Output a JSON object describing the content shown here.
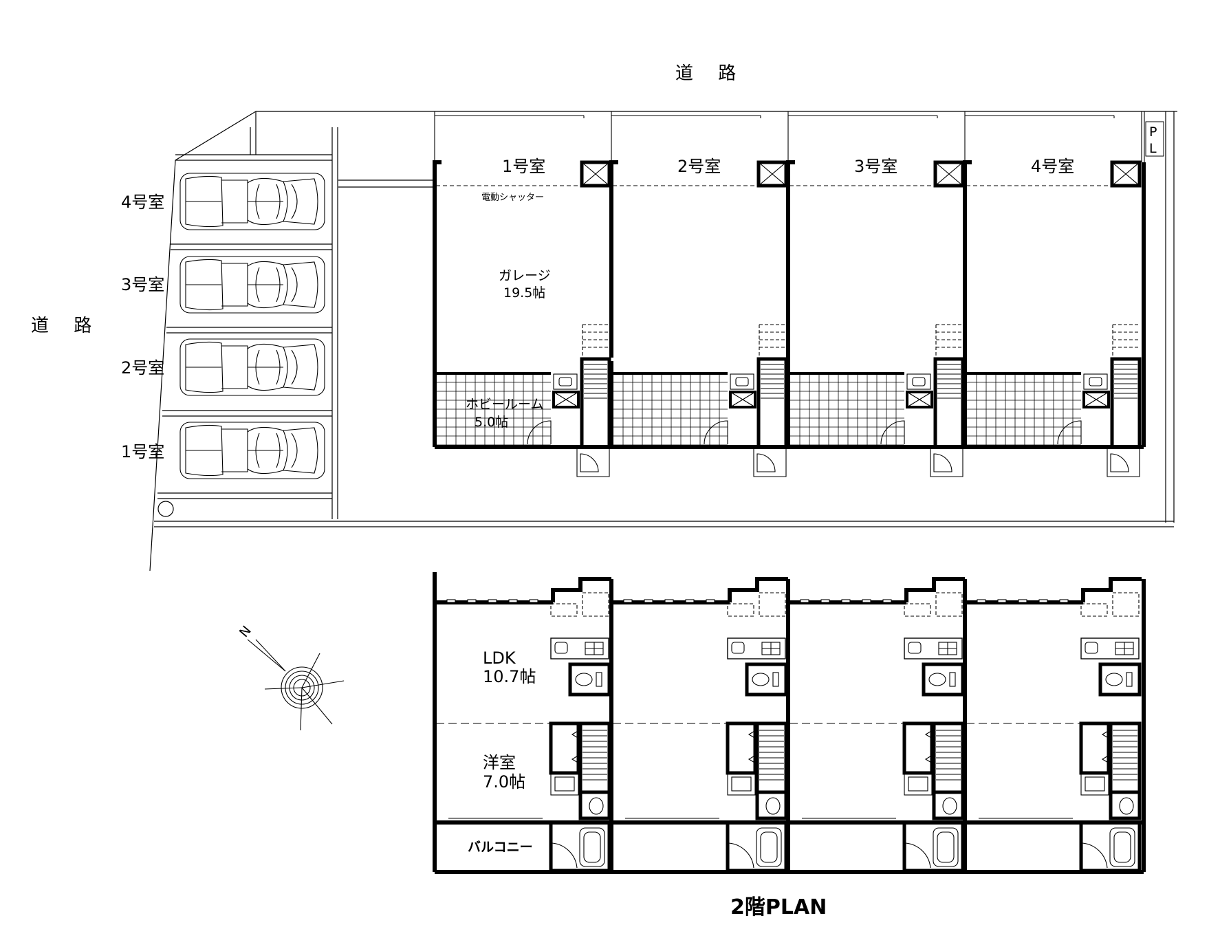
{
  "road_top": "道 路",
  "road_left": "道 路",
  "parking": {
    "labels": [
      "4号室",
      "3号室",
      "2号室",
      "1号室"
    ]
  },
  "ground_floor": {
    "units": [
      "1号室",
      "2号室",
      "3号室",
      "4号室"
    ],
    "shutter_label": "電動シャッター",
    "garage_name": "ガレージ",
    "garage_size": "19.5帖",
    "hobby_name": "ホビールーム",
    "hobby_size": "5.0帖",
    "pole_label": "P",
    "pole_label2": "L"
  },
  "second_floor": {
    "ldk_name": "LDK",
    "ldk_size": "10.7帖",
    "western_name": "洋室",
    "western_size": "7.0帖",
    "balcony": "バルコニー",
    "title": "2階PLAN"
  },
  "compass": {
    "north": "N"
  }
}
